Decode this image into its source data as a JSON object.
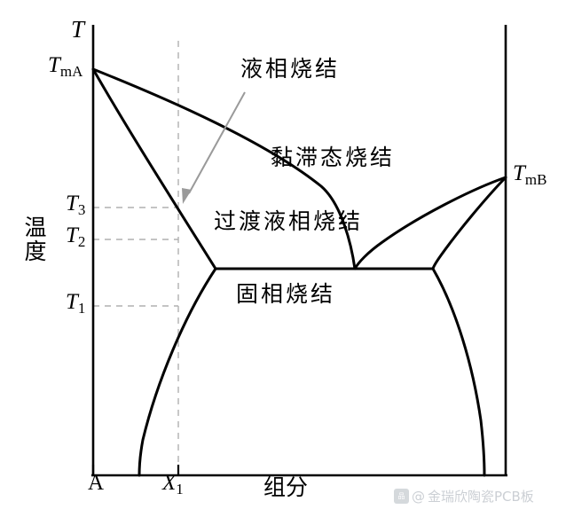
{
  "figure": {
    "type": "phase-diagram",
    "axes": {
      "y_axis_label": "温度",
      "y_axis_symbol": "T",
      "x_axis_label": "组分",
      "x_origin_label": "A",
      "x_marker_label": "X",
      "x_marker_subscript": "1"
    },
    "temperature_ticks": [
      {
        "id": "T3",
        "symbol": "T",
        "subscript": "3",
        "y": 234
      },
      {
        "id": "T2",
        "symbol": "T",
        "subscript": "2",
        "y": 270
      },
      {
        "id": "T1",
        "symbol": "T",
        "subscript": "1",
        "y": 345
      }
    ],
    "melting_points": [
      {
        "id": "TmA",
        "symbol": "T",
        "subscript": "mA",
        "side": "left",
        "y": 78
      },
      {
        "id": "TmB",
        "symbol": "T",
        "subscript": "mB",
        "side": "right",
        "y": 200
      }
    ],
    "regions": [
      {
        "id": "liquid-phase-sintering",
        "label": "液相烧结"
      },
      {
        "id": "viscous-state-sintering",
        "label": "黏滞态烧结"
      },
      {
        "id": "transient-liquid-phase-sintering",
        "label": "过渡液相烧结"
      },
      {
        "id": "solid-phase-sintering",
        "label": "固相烧结"
      }
    ],
    "annotation_arrow": {
      "from_x": 275,
      "from_y": 106,
      "to_x": 206,
      "to_y": 228,
      "color": "#9a9a9a"
    },
    "colors": {
      "curve": "#000000",
      "axis": "#000000",
      "gridline": "#b0b0b0",
      "background": "#ffffff",
      "watermark": "#c9cdd2"
    }
  },
  "chart_data": {
    "type": "line",
    "title": "",
    "xlabel": "组分",
    "ylabel": "温度",
    "xlim": [
      105,
      570
    ],
    "ylim": [
      535,
      28
    ],
    "grid": "dashed-guides",
    "legend": "none",
    "annotations": [
      {
        "text": "液相烧结",
        "x": 271,
        "y": 72
      },
      {
        "text": "黏滞态烧结",
        "x": 305,
        "y": 172
      },
      {
        "text": "过渡液相烧结",
        "x": 241,
        "y": 244
      },
      {
        "text": "固相烧结",
        "x": 266,
        "y": 326
      }
    ],
    "tick_labels_y": [
      "T1",
      "T2",
      "T3",
      "TmA",
      "TmB"
    ],
    "tick_labels_x": [
      "A",
      "X1"
    ],
    "series": [
      {
        "name": "liquidus-A-upper",
        "comment": "upper liquidus from TmA down-right to central eutectic valley",
        "points": [
          [
            105,
            78
          ],
          [
            180,
            110
          ],
          [
            260,
            146
          ],
          [
            330,
            184
          ],
          [
            380,
            230
          ],
          [
            400,
            303
          ]
        ]
      },
      {
        "name": "liquidus-A-lower",
        "comment": "lower boundary from TmA to left eutectic junction",
        "points": [
          [
            105,
            78
          ],
          [
            150,
            150
          ],
          [
            190,
            215
          ],
          [
            220,
            265
          ],
          [
            243,
            303
          ]
        ]
      },
      {
        "name": "liquidus-B-upper",
        "comment": "upper liquidus from TmB down-left to central eutectic valley",
        "points": [
          [
            570,
            200
          ],
          [
            530,
            216
          ],
          [
            480,
            244
          ],
          [
            440,
            270
          ],
          [
            400,
            303
          ]
        ]
      },
      {
        "name": "liquidus-B-lower",
        "comment": "from TmB down-left to right eutectic junction",
        "points": [
          [
            570,
            200
          ],
          [
            545,
            225
          ],
          [
            520,
            260
          ],
          [
            500,
            285
          ],
          [
            488,
            303
          ]
        ]
      },
      {
        "name": "eutectic-horizontal",
        "comment": "invariant solidus line joining the two junctions",
        "points": [
          [
            243,
            303
          ],
          [
            488,
            303
          ]
        ]
      },
      {
        "name": "solvus-left",
        "comment": "left solvus descending from left junction to baseline",
        "points": [
          [
            243,
            303
          ],
          [
            210,
            350
          ],
          [
            185,
            405
          ],
          [
            168,
            465
          ],
          [
            158,
            535
          ]
        ]
      },
      {
        "name": "solvus-right",
        "comment": "right solvus descending from right junction to baseline",
        "points": [
          [
            488,
            303
          ],
          [
            510,
            345
          ],
          [
            528,
            400
          ],
          [
            540,
            465
          ],
          [
            546,
            535
          ]
        ]
      }
    ]
  },
  "watermark": {
    "logo_glyph": "品",
    "at_symbol": "@",
    "text": "金瑞欣陶瓷PCB板"
  }
}
